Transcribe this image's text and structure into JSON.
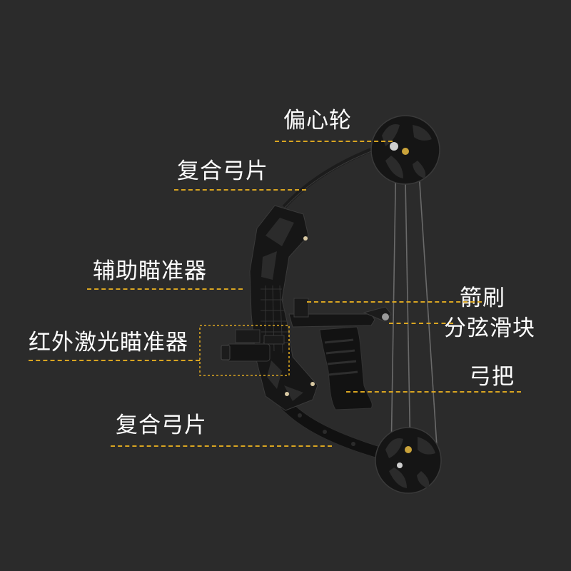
{
  "callouts": {
    "cam": "偏心轮",
    "limb_top": "复合弓片",
    "sight": "辅助瞄准器",
    "arrow_rest": "箭刷",
    "infrared_laser_sight": "红外激光瞄准器",
    "string_slider": "分弦滑块",
    "grip": "弓把",
    "limb_bottom": "复合弓片"
  },
  "colors": {
    "background": "#2b2b2b",
    "leader_line": "#d9a521",
    "text": "#ffffff"
  }
}
